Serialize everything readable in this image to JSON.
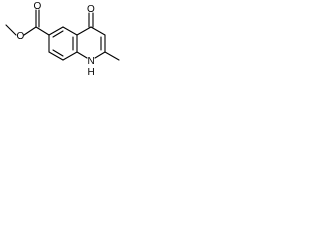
{
  "molecule": {
    "atoms": {
      "ester_carbonyl_oxygen": "O",
      "ester_ether_oxygen": "O",
      "ketone_oxygen": "O",
      "ring_nitrogen": "N",
      "nitrogen_hydrogen": "H"
    },
    "colors": {
      "bond": "#000000",
      "label": "#000000",
      "background": "#ffffff"
    }
  }
}
